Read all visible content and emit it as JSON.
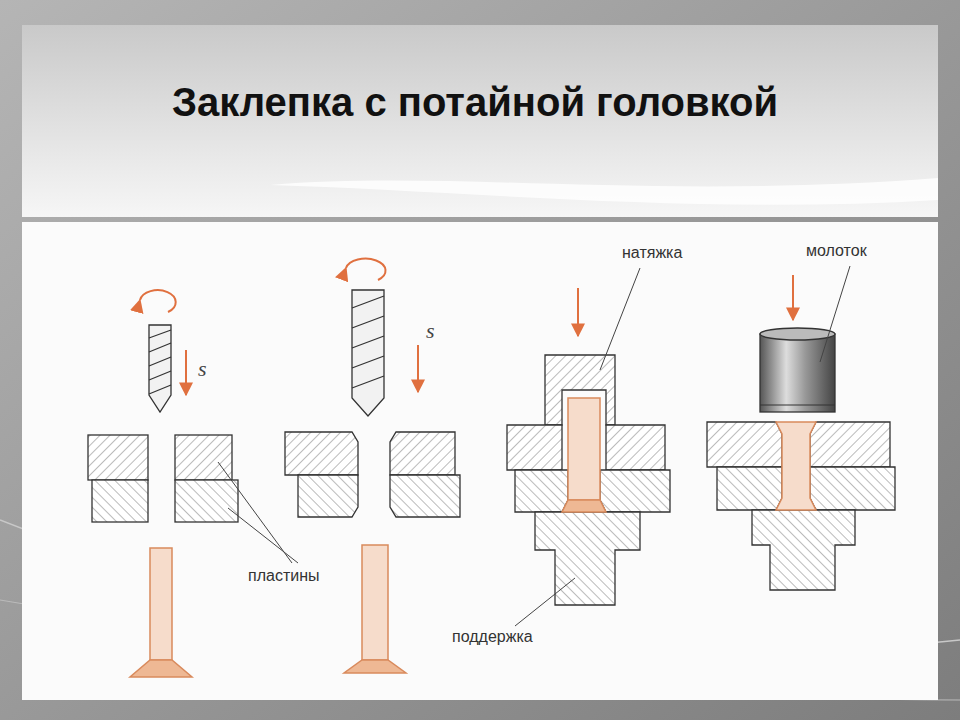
{
  "diagram": {
    "title": "Заклепка с потайной головкой",
    "labels": [
      "s",
      "s",
      "натяжка",
      "молоток",
      "пластины",
      "поддержка"
    ]
  }
}
